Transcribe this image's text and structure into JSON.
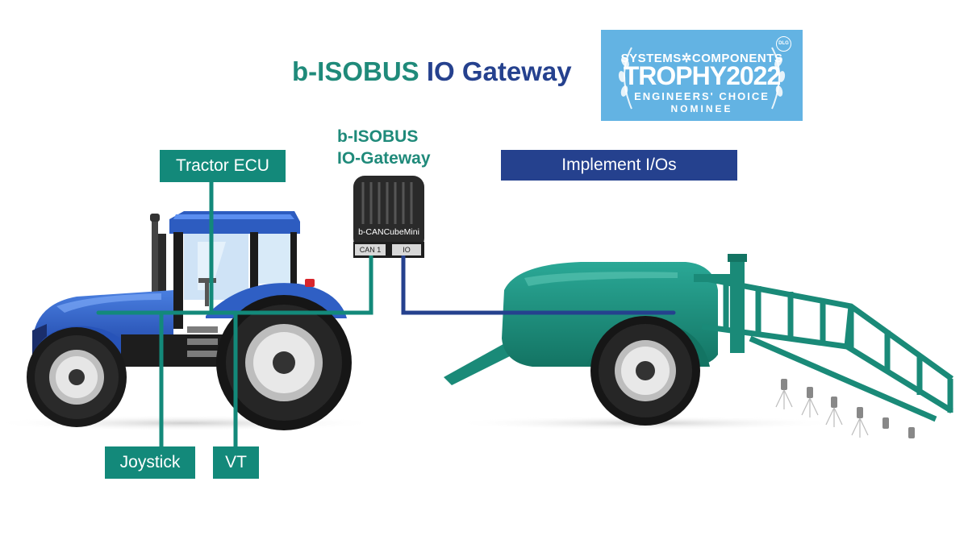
{
  "title": {
    "part1": "b-ISOBUS",
    "part2": " IO Gateway"
  },
  "badge": {
    "line1": "SYSTEMS✲COMPONENTS",
    "line2": "TROPHY2022",
    "line3": "ENGINEERS' CHOICE",
    "line4": "NOMINEE",
    "logo": "DLG"
  },
  "gateway": {
    "label_line1": "b-ISOBUS",
    "label_line2": "IO-Gateway",
    "device_name": "b-CANCubeMini",
    "port_can": "CAN 1",
    "port_io": "IO"
  },
  "nodes": {
    "tractor_ecu": "Tractor ECU",
    "joystick": "Joystick",
    "vt": "VT",
    "implement_ios": "Implement I/Os"
  },
  "colors": {
    "teal": "#13897a",
    "navy": "#25418e",
    "tractor_blue": "#2f5fc4",
    "badge_blue": "#63b3e3",
    "sprayer_green": "#1a8a78"
  }
}
